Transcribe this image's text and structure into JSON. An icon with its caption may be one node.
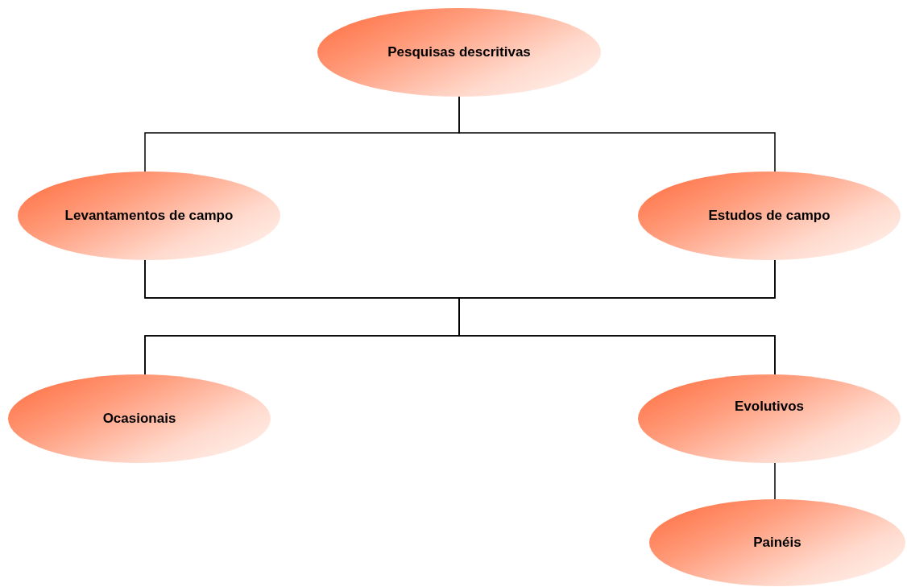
{
  "diagram": {
    "nodes": [
      {
        "text": [
          "Pesquisas descritivas"
        ]
      },
      {
        "text": [
          "Levantamentos de campo"
        ]
      },
      {
        "text": [
          "Estudos de campo"
        ]
      },
      {
        "text": [
          "Ocasionais"
        ]
      },
      {
        "text": [
          "Evolutivos"
        ]
      },
      {
        "text": [
          "Painéis"
        ]
      }
    ],
    "edges": [
      {
        "from": 0,
        "to": 1,
        "arrow": "none"
      },
      {
        "from": 0,
        "to": 2,
        "arrow": "none"
      },
      {
        "from": 1,
        "to": 3,
        "arrow": "none"
      },
      {
        "from": 1,
        "to": 4,
        "arrow": "none"
      },
      {
        "from": 2,
        "to": 3,
        "arrow": "none"
      },
      {
        "from": 2,
        "to": 4,
        "arrow": "none"
      },
      {
        "from": 4,
        "to": 5,
        "arrow": "none"
      }
    ]
  }
}
